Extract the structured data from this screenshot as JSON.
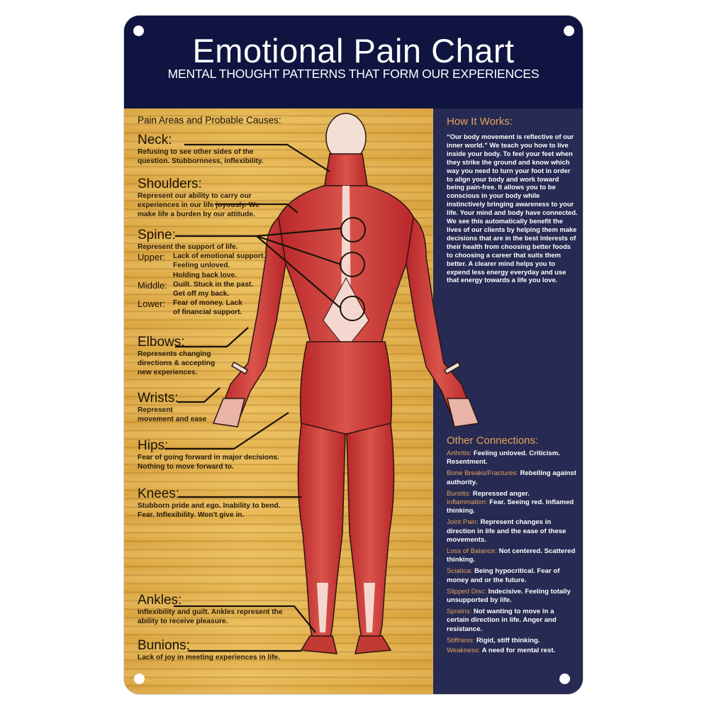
{
  "header": {
    "title": "Emotional Pain Chart",
    "subtitle": "MENTAL THOUGHT PATTERNS THAT FORM OUR EXPERIENCES"
  },
  "pain_areas": {
    "heading": "Pain Areas and Probable Causes:",
    "neck": {
      "name": "Neck:",
      "desc": [
        "Refusing to see other sides of the",
        "question. Stubbornness, inflexibility."
      ]
    },
    "shoulders": {
      "name": "Shoulders:",
      "desc": [
        "Represent our ability to carry our",
        "experiences in our life joyously. We",
        "make life a burden by our attitude."
      ]
    },
    "spine": {
      "name": "Spine:",
      "desc": "Represent the support of life.",
      "upper": {
        "label": "Upper:",
        "lines": [
          "Lack of emotional support.",
          "Feeling unloved.",
          "Holding back love."
        ]
      },
      "middle": {
        "label": "Middle:",
        "lines": [
          "Guilt. Stuck in the past.",
          "Get off my back."
        ]
      },
      "lower": {
        "label": "Lower:",
        "lines": [
          "Fear of money. Lack",
          "of financial support."
        ]
      }
    },
    "elbows": {
      "name": "Elbows:",
      "desc": [
        "Represents changing",
        "directions & accepting",
        "new experiences."
      ]
    },
    "wrists": {
      "name": "Wrists:",
      "desc": [
        "Represent",
        "movement and ease"
      ]
    },
    "hips": {
      "name": "Hips:",
      "desc": [
        "Fear of going forward in major decisions.",
        "Nothing to move forward to."
      ]
    },
    "knees": {
      "name": "Knees:",
      "desc": [
        "Stubborn pride and ego. Inability to bend.",
        "Fear. Inflexibility. Won't give in."
      ]
    },
    "ankles": {
      "name": "Ankles:",
      "desc": [
        "Inflexibility and guilt. Ankles represent the",
        "ability to receive pleasure."
      ]
    },
    "bunions": {
      "name": "Bunions:",
      "desc": [
        "Lack of joy in meeting experiences in life."
      ]
    }
  },
  "how_it_works": {
    "title": "How It Works:",
    "text": "“Our body movement is reflective of our inner world.” We teach you how to live inside your body. To feel your feet when they strike the ground and know which way you need to turn your foot in order to align your body and work toward being pain-free. It allows you to be conscious in your body while instinctively bringing awareness to your life. Your mind and body have connected. We see this automatically benefit the lives of our clients by helping them make decisions that are in the best interests of their health from choosing better foods to choosing a career that suits them better. A clearer mind helps you to expend less energy everyday and use that energy towards a life you love."
  },
  "other_connections": {
    "title": "Other Connections:",
    "items": [
      {
        "term": "Arthritis:",
        "text": "Feeling unloved. Criticism. Resentment."
      },
      {
        "term": "Bone Breaks/Fractures:",
        "text": "Rebelling against authority."
      },
      {
        "term": "Bursitis:",
        "text": "Repressed anger."
      },
      {
        "term": "Inflammation:",
        "text": "Fear. Seeing red. Inflamed thinking."
      },
      {
        "term": "Joint Pain:",
        "text": "Represent changes in direction in life and the ease of these movements."
      },
      {
        "term": "Loss of Balance:",
        "text": "Not centered. Scattered thinking."
      },
      {
        "term": "Sciatica:",
        "text": "Being hypocritical. Fear of money and or the future."
      },
      {
        "term": "Slipped Disc:",
        "text": "Indecisive. Feeling totally unsupported by life."
      },
      {
        "term": "Sprains:",
        "text": "Not wanting to move in a certain direction in life. Anger and resistance."
      },
      {
        "term": "Stiffness:",
        "text": "Rigid, stiff thinking."
      },
      {
        "term": "Weakness:",
        "text": "A need for mental rest."
      }
    ]
  },
  "colors": {
    "header_bg": "#0f1440",
    "right_panel_bg": "#272a52",
    "wood": "#e0ad4a",
    "accent_orange": "#e4a35c",
    "muscle_red": "#c8322e"
  }
}
